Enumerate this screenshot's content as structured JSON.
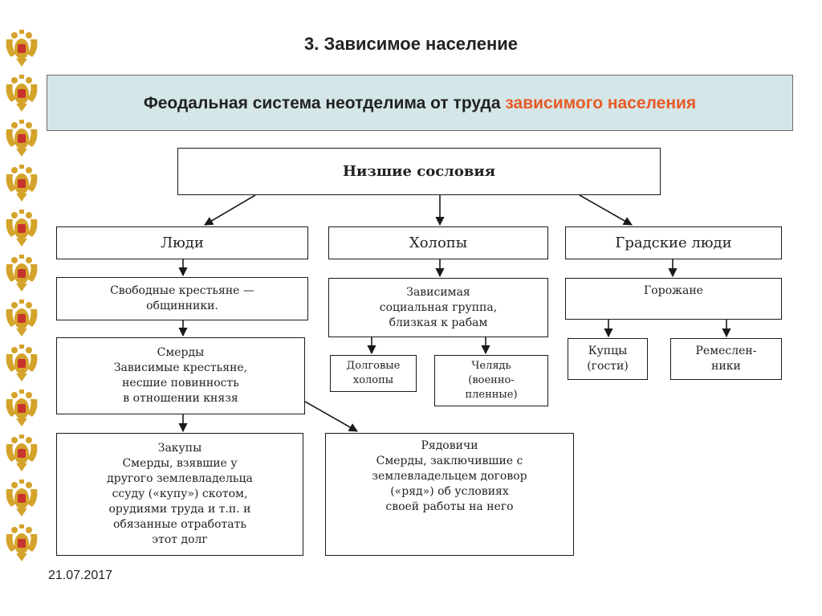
{
  "title": "3. Зависимое население",
  "banner": {
    "text_main": "Феодальная система неотделима от труда ",
    "text_highlight": "зависимого населения"
  },
  "diagram": {
    "root": "Низшие сословия",
    "ludi": {
      "header": "Люди",
      "free_peasants": "Свободные крестьяне —\nобщинники.",
      "smerdy": "Смерды\nЗависимые крестьяне,\nнесшие повинность\nв отношении князя",
      "zakupy": "Закупы\nСмерды, взявшие у\nдругого землевладельца\nссуду («купу») скотом,\nорудиями труда и т.п. и\nобязанные отработать\nэтот долг",
      "ryadovichi": "Рядовичи\nСмерды, заключившие с\nземлевладельцем договор\n(«ряд») об условиях\nсвоей работы на него"
    },
    "kholopy": {
      "header": "Холопы",
      "group": "Зависимая\nсоциальная группа,\nблизкая к рабам",
      "debt": "Долговые\nхолопы",
      "chelyad": "Челядь\n(военно-\nпленные)"
    },
    "grad": {
      "header": "Градские люди",
      "townsfolk": "Горожане",
      "merchants": "Купцы\n(гости)",
      "craftsmen": "Ремеслен-\nники"
    }
  },
  "date": "21.07.2017",
  "colors": {
    "banner_bg": "#d4e6e7",
    "highlight": "#e85a25",
    "eagle": "#d4a32a"
  }
}
